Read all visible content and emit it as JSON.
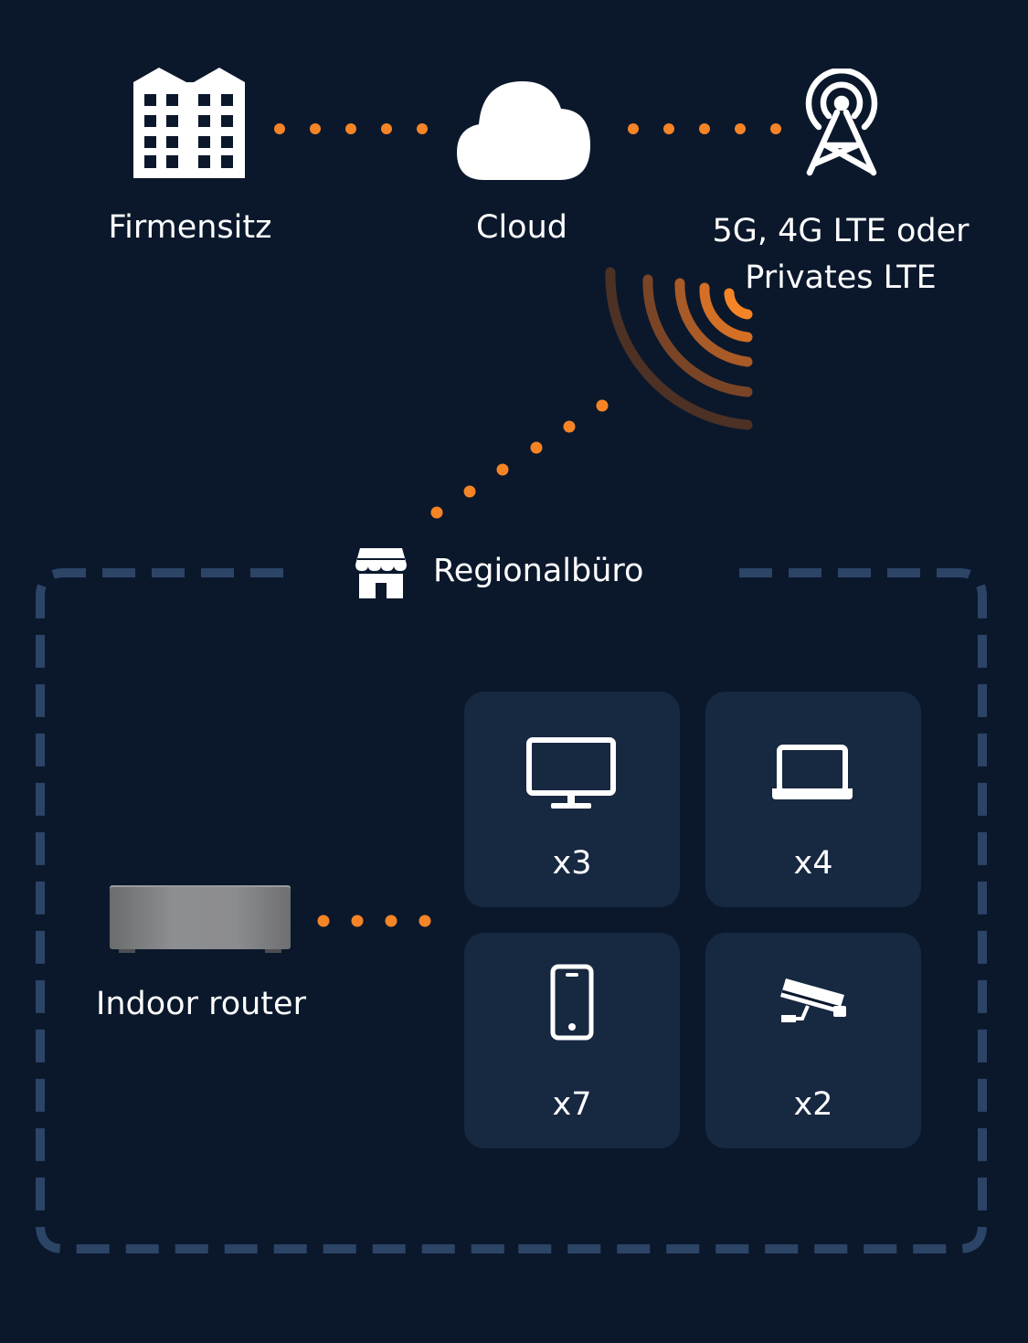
{
  "nodes": {
    "headquarters": {
      "label": "Firmensitz",
      "icon": "office-building-icon"
    },
    "cloud": {
      "label": "Cloud",
      "icon": "cloud-icon"
    },
    "cell_tower": {
      "label_line1": "5G, 4G LTE oder",
      "label_line2": "Privates LTE",
      "icon": "cell-tower-icon"
    },
    "regional_office": {
      "label": "Regionalbüro",
      "icon": "storefront-icon"
    },
    "router": {
      "label": "Indoor router",
      "icon": "router-device-icon"
    }
  },
  "devices": [
    {
      "icon": "monitor-icon",
      "count": "x3"
    },
    {
      "icon": "laptop-icon",
      "count": "x4"
    },
    {
      "icon": "smartphone-icon",
      "count": "x7"
    },
    {
      "icon": "security-camera-icon",
      "count": "x2"
    }
  ],
  "colors": {
    "background": "#0b182c",
    "card": "#172841",
    "accent_orange": "#f58426",
    "dashed_border": "#2c4466",
    "text": "#ffffff"
  }
}
